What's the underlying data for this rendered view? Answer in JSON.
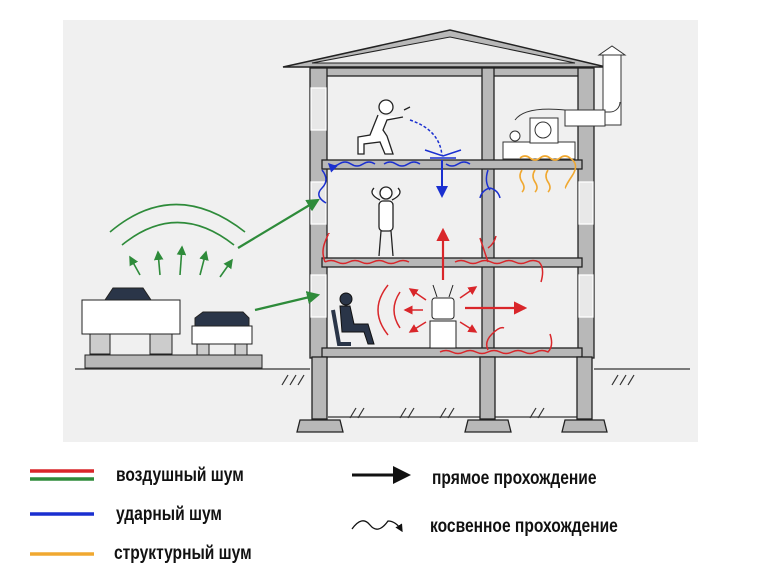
{
  "colors": {
    "airborne_red": "#d9262a",
    "airborne_green": "#2e8b3a",
    "impact_blue": "#1a2fd0",
    "structural_orange": "#f0a830",
    "panel": "#f0f0f0",
    "wall": "#b8b8b8"
  },
  "legend": {
    "airborne": "воздушный шум",
    "impact": "ударный шум",
    "structural": "структурный шум",
    "direct": "прямое прохождение",
    "indirect": "косвенное прохождение"
  },
  "icons": [
    "truck-icon",
    "car-icon",
    "person-hammering-icon",
    "person-holding-head-icon",
    "person-in-armchair-icon",
    "tv-icon",
    "fan-unit-icon",
    "chimney-icon"
  ]
}
